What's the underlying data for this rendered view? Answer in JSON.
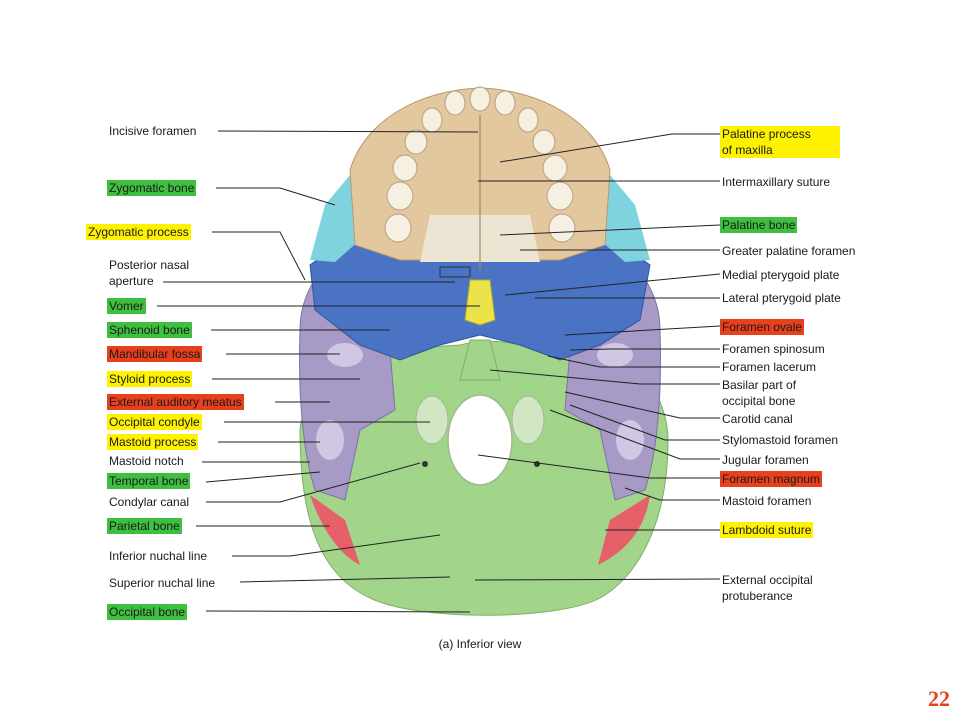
{
  "left_labels": [
    {
      "id": "incisive-foramen",
      "text": "Incisive foramen",
      "hl": "none"
    },
    {
      "id": "zygomatic-bone",
      "text": "Zygomatic bone",
      "hl": "green"
    },
    {
      "id": "zygomatic-process",
      "text": "Zygomatic process",
      "hl": "yellow"
    },
    {
      "id": "posterior-nasal-aperture",
      "text": "Posterior nasal\naperture",
      "hl": "none"
    },
    {
      "id": "vomer",
      "text": "Vomer",
      "hl": "green"
    },
    {
      "id": "sphenoid-bone",
      "text": "Sphenoid bone",
      "hl": "green"
    },
    {
      "id": "mandibular-fossa",
      "text": "Mandibular fossa",
      "hl": "red"
    },
    {
      "id": "styloid-process",
      "text": "Styloid process",
      "hl": "yellow"
    },
    {
      "id": "external-auditory-meatus",
      "text": "External auditory meatus",
      "hl": "red"
    },
    {
      "id": "occipital-condyle",
      "text": "Occipital condyle",
      "hl": "yellow"
    },
    {
      "id": "mastoid-process",
      "text": "Mastoid process",
      "hl": "yellow"
    },
    {
      "id": "mastoid-notch",
      "text": "Mastoid notch",
      "hl": "none"
    },
    {
      "id": "temporal-bone",
      "text": "Temporal bone",
      "hl": "green"
    },
    {
      "id": "condylar-canal",
      "text": "Condylar canal",
      "hl": "none"
    },
    {
      "id": "parietal-bone",
      "text": "Parietal bone",
      "hl": "green"
    },
    {
      "id": "inferior-nuchal-line",
      "text": "Inferior nuchal line",
      "hl": "none"
    },
    {
      "id": "superior-nuchal-line",
      "text": "Superior nuchal line",
      "hl": "none"
    },
    {
      "id": "occipital-bone",
      "text": "Occipital bone",
      "hl": "green"
    }
  ],
  "right_labels": [
    {
      "id": "palatine-process-of-maxilla",
      "text": "Palatine process\nof maxilla",
      "hl": "yellow"
    },
    {
      "id": "intermaxillary-suture",
      "text": "Intermaxillary suture",
      "hl": "none"
    },
    {
      "id": "palatine-bone",
      "text": "Palatine bone",
      "hl": "green"
    },
    {
      "id": "greater-palatine-foramen",
      "text": "Greater palatine foramen",
      "hl": "none"
    },
    {
      "id": "medial-pterygoid-plate",
      "text": "Medial pterygoid plate",
      "hl": "none"
    },
    {
      "id": "lateral-pterygoid-plate",
      "text": "Lateral pterygoid plate",
      "hl": "none"
    },
    {
      "id": "foramen-ovale",
      "text": "Foramen ovale",
      "hl": "red"
    },
    {
      "id": "foramen-spinosum",
      "text": "Foramen spinosum",
      "hl": "none"
    },
    {
      "id": "foramen-lacerum",
      "text": "Foramen lacerum",
      "hl": "none"
    },
    {
      "id": "basilar-part-of-occipital-bone",
      "text": "Basilar part of\noccipital bone",
      "hl": "none"
    },
    {
      "id": "carotid-canal",
      "text": "Carotid canal",
      "hl": "none"
    },
    {
      "id": "stylomastoid-foramen",
      "text": "Stylomastoid foramen",
      "hl": "none"
    },
    {
      "id": "jugular-foramen",
      "text": "Jugular foramen",
      "hl": "none"
    },
    {
      "id": "foramen-magnum",
      "text": "Foramen magnum",
      "hl": "red"
    },
    {
      "id": "mastoid-foramen",
      "text": "Mastoid foramen",
      "hl": "none"
    },
    {
      "id": "lambdoid-suture",
      "text": "Lambdoid suture",
      "hl": "yellow"
    },
    {
      "id": "external-occipital-protuberance",
      "text": "External occipital\nprotuberance",
      "hl": "none"
    }
  ],
  "caption": "(a) Inferior view",
  "page_number": "22",
  "colors": {
    "maxilla": "#e3c79f",
    "zygomatic": "#7fd3df",
    "sphenoid": "#4a73c4",
    "vomer": "#ece24a",
    "temporal": "#a79ac6",
    "occipital": "#a2d48a",
    "parietal": "#e6606a",
    "palatine": "#ece5d4",
    "highlight_yellow": "#fff200",
    "highlight_green": "#3fbf3f",
    "highlight_red": "#e8401c",
    "page_number": "#e8401c"
  }
}
